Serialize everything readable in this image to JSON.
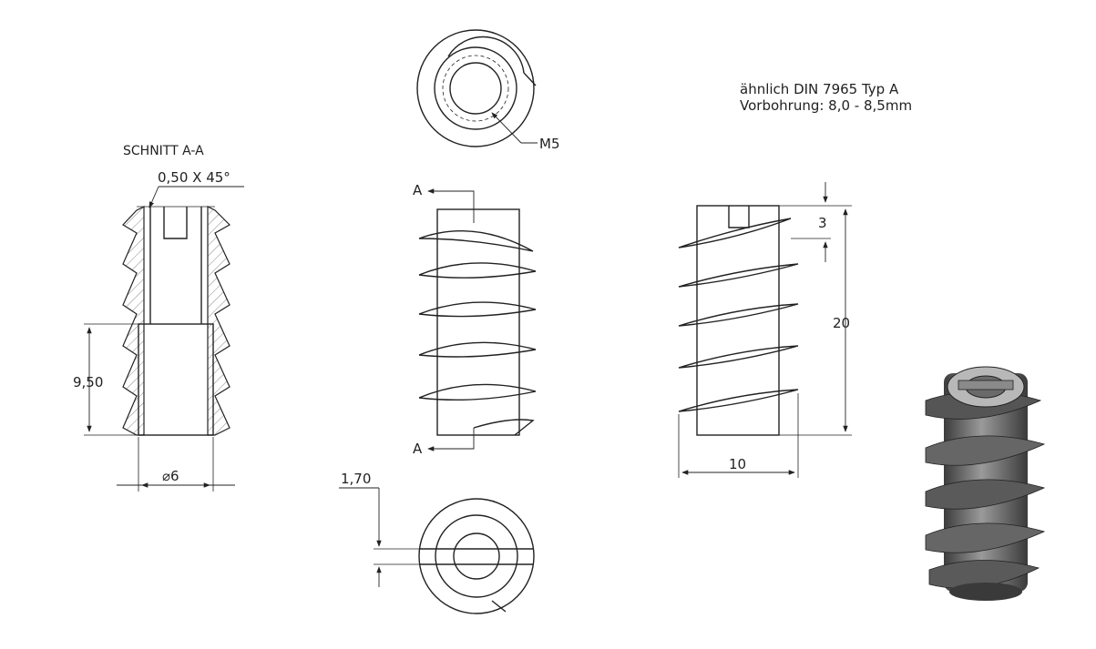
{
  "notes": {
    "line1": "ähnlich DIN 7965 Typ A",
    "line2": "Vorbohrung: 8,0 - 8,5mm"
  },
  "section": {
    "title": "SCHNITT A-A",
    "chamfer": "0,50 X 45°",
    "bore_depth": "9,50",
    "diameter": "⌀6"
  },
  "top_view": {
    "thread": "M5"
  },
  "front_view": {
    "cut_label_top": "A",
    "cut_label_bottom": "A"
  },
  "bottom_view": {
    "slot_width": "1,70"
  },
  "side_view": {
    "head_height": "3",
    "length": "20",
    "width": "10"
  },
  "colors": {
    "line": "#222222",
    "render_dark": "#4a4a4a",
    "render_light": "#b8b8b8"
  }
}
